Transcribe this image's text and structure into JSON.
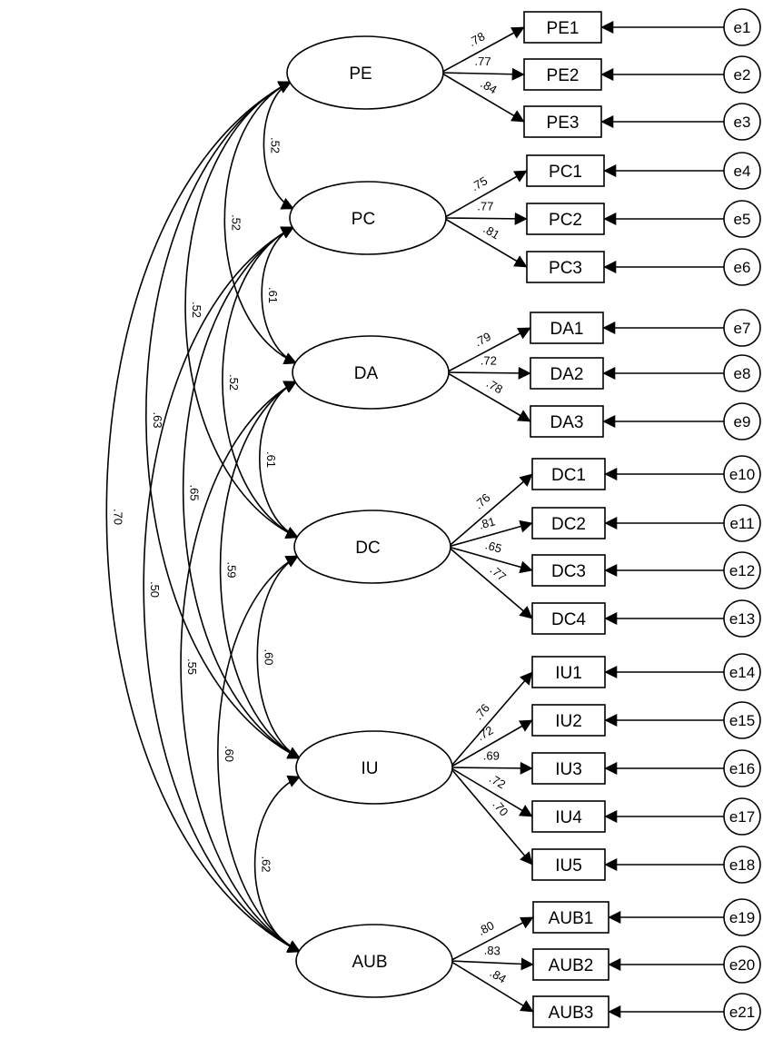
{
  "latents": [
    {
      "id": "PE",
      "label": "PE"
    },
    {
      "id": "PC",
      "label": "PC"
    },
    {
      "id": "DA",
      "label": "DA"
    },
    {
      "id": "DC",
      "label": "DC"
    },
    {
      "id": "IU",
      "label": "IU"
    },
    {
      "id": "AUB",
      "label": "AUB"
    }
  ],
  "indicators": [
    {
      "label": "PE1",
      "latent": "PE",
      "loading": ".78",
      "error": "e1"
    },
    {
      "label": "PE2",
      "latent": "PE",
      "loading": ".77",
      "error": "e2"
    },
    {
      "label": "PE3",
      "latent": "PE",
      "loading": ".84",
      "error": "e3"
    },
    {
      "label": "PC1",
      "latent": "PC",
      "loading": ".75",
      "error": "e4"
    },
    {
      "label": "PC2",
      "latent": "PC",
      "loading": ".77",
      "error": "e5"
    },
    {
      "label": "PC3",
      "latent": "PC",
      "loading": ".81",
      "error": "e6"
    },
    {
      "label": "DA1",
      "latent": "DA",
      "loading": ".79",
      "error": "e7"
    },
    {
      "label": "DA2",
      "latent": "DA",
      "loading": ".72",
      "error": "e8"
    },
    {
      "label": "DA3",
      "latent": "DA",
      "loading": ".78",
      "error": "e9"
    },
    {
      "label": "DC1",
      "latent": "DC",
      "loading": ".76",
      "error": "e10"
    },
    {
      "label": "DC2",
      "latent": "DC",
      "loading": ".81",
      "error": "e11"
    },
    {
      "label": "DC3",
      "latent": "DC",
      "loading": ".65",
      "error": "e12"
    },
    {
      "label": "DC4",
      "latent": "DC",
      "loading": ".77",
      "error": "e13"
    },
    {
      "label": "IU1",
      "latent": "IU",
      "loading": ".76",
      "error": "e14"
    },
    {
      "label": "IU2",
      "latent": "IU",
      "loading": ".72",
      "error": "e15"
    },
    {
      "label": "IU3",
      "latent": "IU",
      "loading": ".69",
      "error": "e16"
    },
    {
      "label": "IU4",
      "latent": "IU",
      "loading": ".72",
      "error": "e17"
    },
    {
      "label": "IU5",
      "latent": "IU",
      "loading": ".70",
      "error": "e18"
    },
    {
      "label": "AUB1",
      "latent": "AUB",
      "loading": ".80",
      "error": "e19"
    },
    {
      "label": "AUB2",
      "latent": "AUB",
      "loading": ".83",
      "error": "e20"
    },
    {
      "label": "AUB3",
      "latent": "AUB",
      "loading": ".84",
      "error": "e21"
    }
  ],
  "correlations": [
    {
      "from": "PE",
      "to": "PC",
      "value": ".52"
    },
    {
      "from": "PE",
      "to": "DA",
      "value": ".52"
    },
    {
      "from": "PE",
      "to": "DC",
      "value": ".52"
    },
    {
      "from": "PE",
      "to": "IU",
      "value": ".63"
    },
    {
      "from": "PE",
      "to": "AUB",
      "value": ".70"
    },
    {
      "from": "PC",
      "to": "DA",
      "value": ".61"
    },
    {
      "from": "PC",
      "to": "DC",
      "value": ".52"
    },
    {
      "from": "PC",
      "to": "IU",
      "value": ".65"
    },
    {
      "from": "PC",
      "to": "AUB",
      "value": ".50"
    },
    {
      "from": "DA",
      "to": "DC",
      "value": ".61"
    },
    {
      "from": "DA",
      "to": "IU",
      "value": ".59"
    },
    {
      "from": "DA",
      "to": "AUB",
      "value": ".55"
    },
    {
      "from": "DC",
      "to": "IU",
      "value": ".60"
    },
    {
      "from": "DC",
      "to": "AUB",
      "value": ".60"
    },
    {
      "from": "IU",
      "to": "AUB",
      "value": ".62"
    }
  ]
}
